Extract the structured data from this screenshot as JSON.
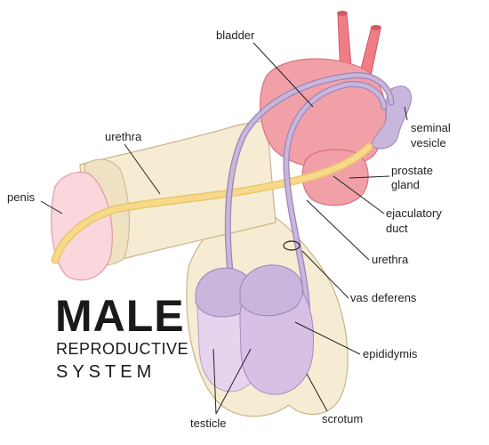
{
  "title": {
    "line1": "MALE",
    "line2": "REPRODUCTIVE",
    "line3": "SYSTEM"
  },
  "labels": {
    "bladder": "bladder",
    "seminal_vesicle_1": "seminal",
    "seminal_vesicle_2": "vesicle",
    "urethra_top": "urethra",
    "penis": "penis",
    "prostate_1": "prostate",
    "prostate_2": "gland",
    "ejaculatory_1": "ejaculatory",
    "ejaculatory_2": "duct",
    "urethra_bottom": "urethra",
    "vas_deferens": "vas deferens",
    "epididymis": "epididymis",
    "testicle": "testicle",
    "scrotum": "scrotum"
  },
  "colors": {
    "skin": "#f5ecd3",
    "skin_outline": "#c9b48a",
    "glans": "#f9d7dc",
    "bladder": "#f2a0a8",
    "bladder_outline": "#d9707c",
    "urethra_tube": "#f7d98a",
    "duct": "#c8b6dc",
    "testis": "#d8c0e4",
    "vessel": "#ef7d85"
  }
}
